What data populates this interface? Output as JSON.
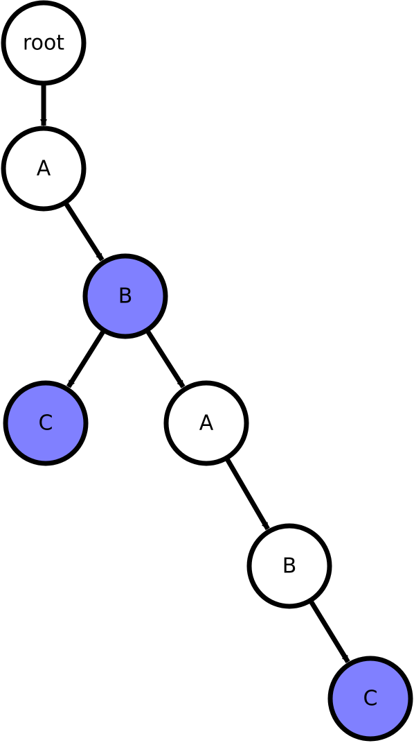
{
  "colors": {
    "highlight": "#8080ff",
    "plain": "#ffffff",
    "stroke": "#000000"
  },
  "nodes": [
    {
      "id": "root",
      "label": "root",
      "highlighted": false
    },
    {
      "id": "a1",
      "label": "A",
      "highlighted": false
    },
    {
      "id": "b1",
      "label": "B",
      "highlighted": true
    },
    {
      "id": "c1",
      "label": "C",
      "highlighted": true
    },
    {
      "id": "a2",
      "label": "A",
      "highlighted": false
    },
    {
      "id": "b2",
      "label": "B",
      "highlighted": false
    },
    {
      "id": "c2",
      "label": "C",
      "highlighted": true
    }
  ],
  "edges": [
    {
      "from": "root",
      "to": "a1"
    },
    {
      "from": "a1",
      "to": "b1"
    },
    {
      "from": "b1",
      "to": "c1"
    },
    {
      "from": "b1",
      "to": "a2"
    },
    {
      "from": "a2",
      "to": "b2"
    },
    {
      "from": "b2",
      "to": "c2"
    }
  ]
}
